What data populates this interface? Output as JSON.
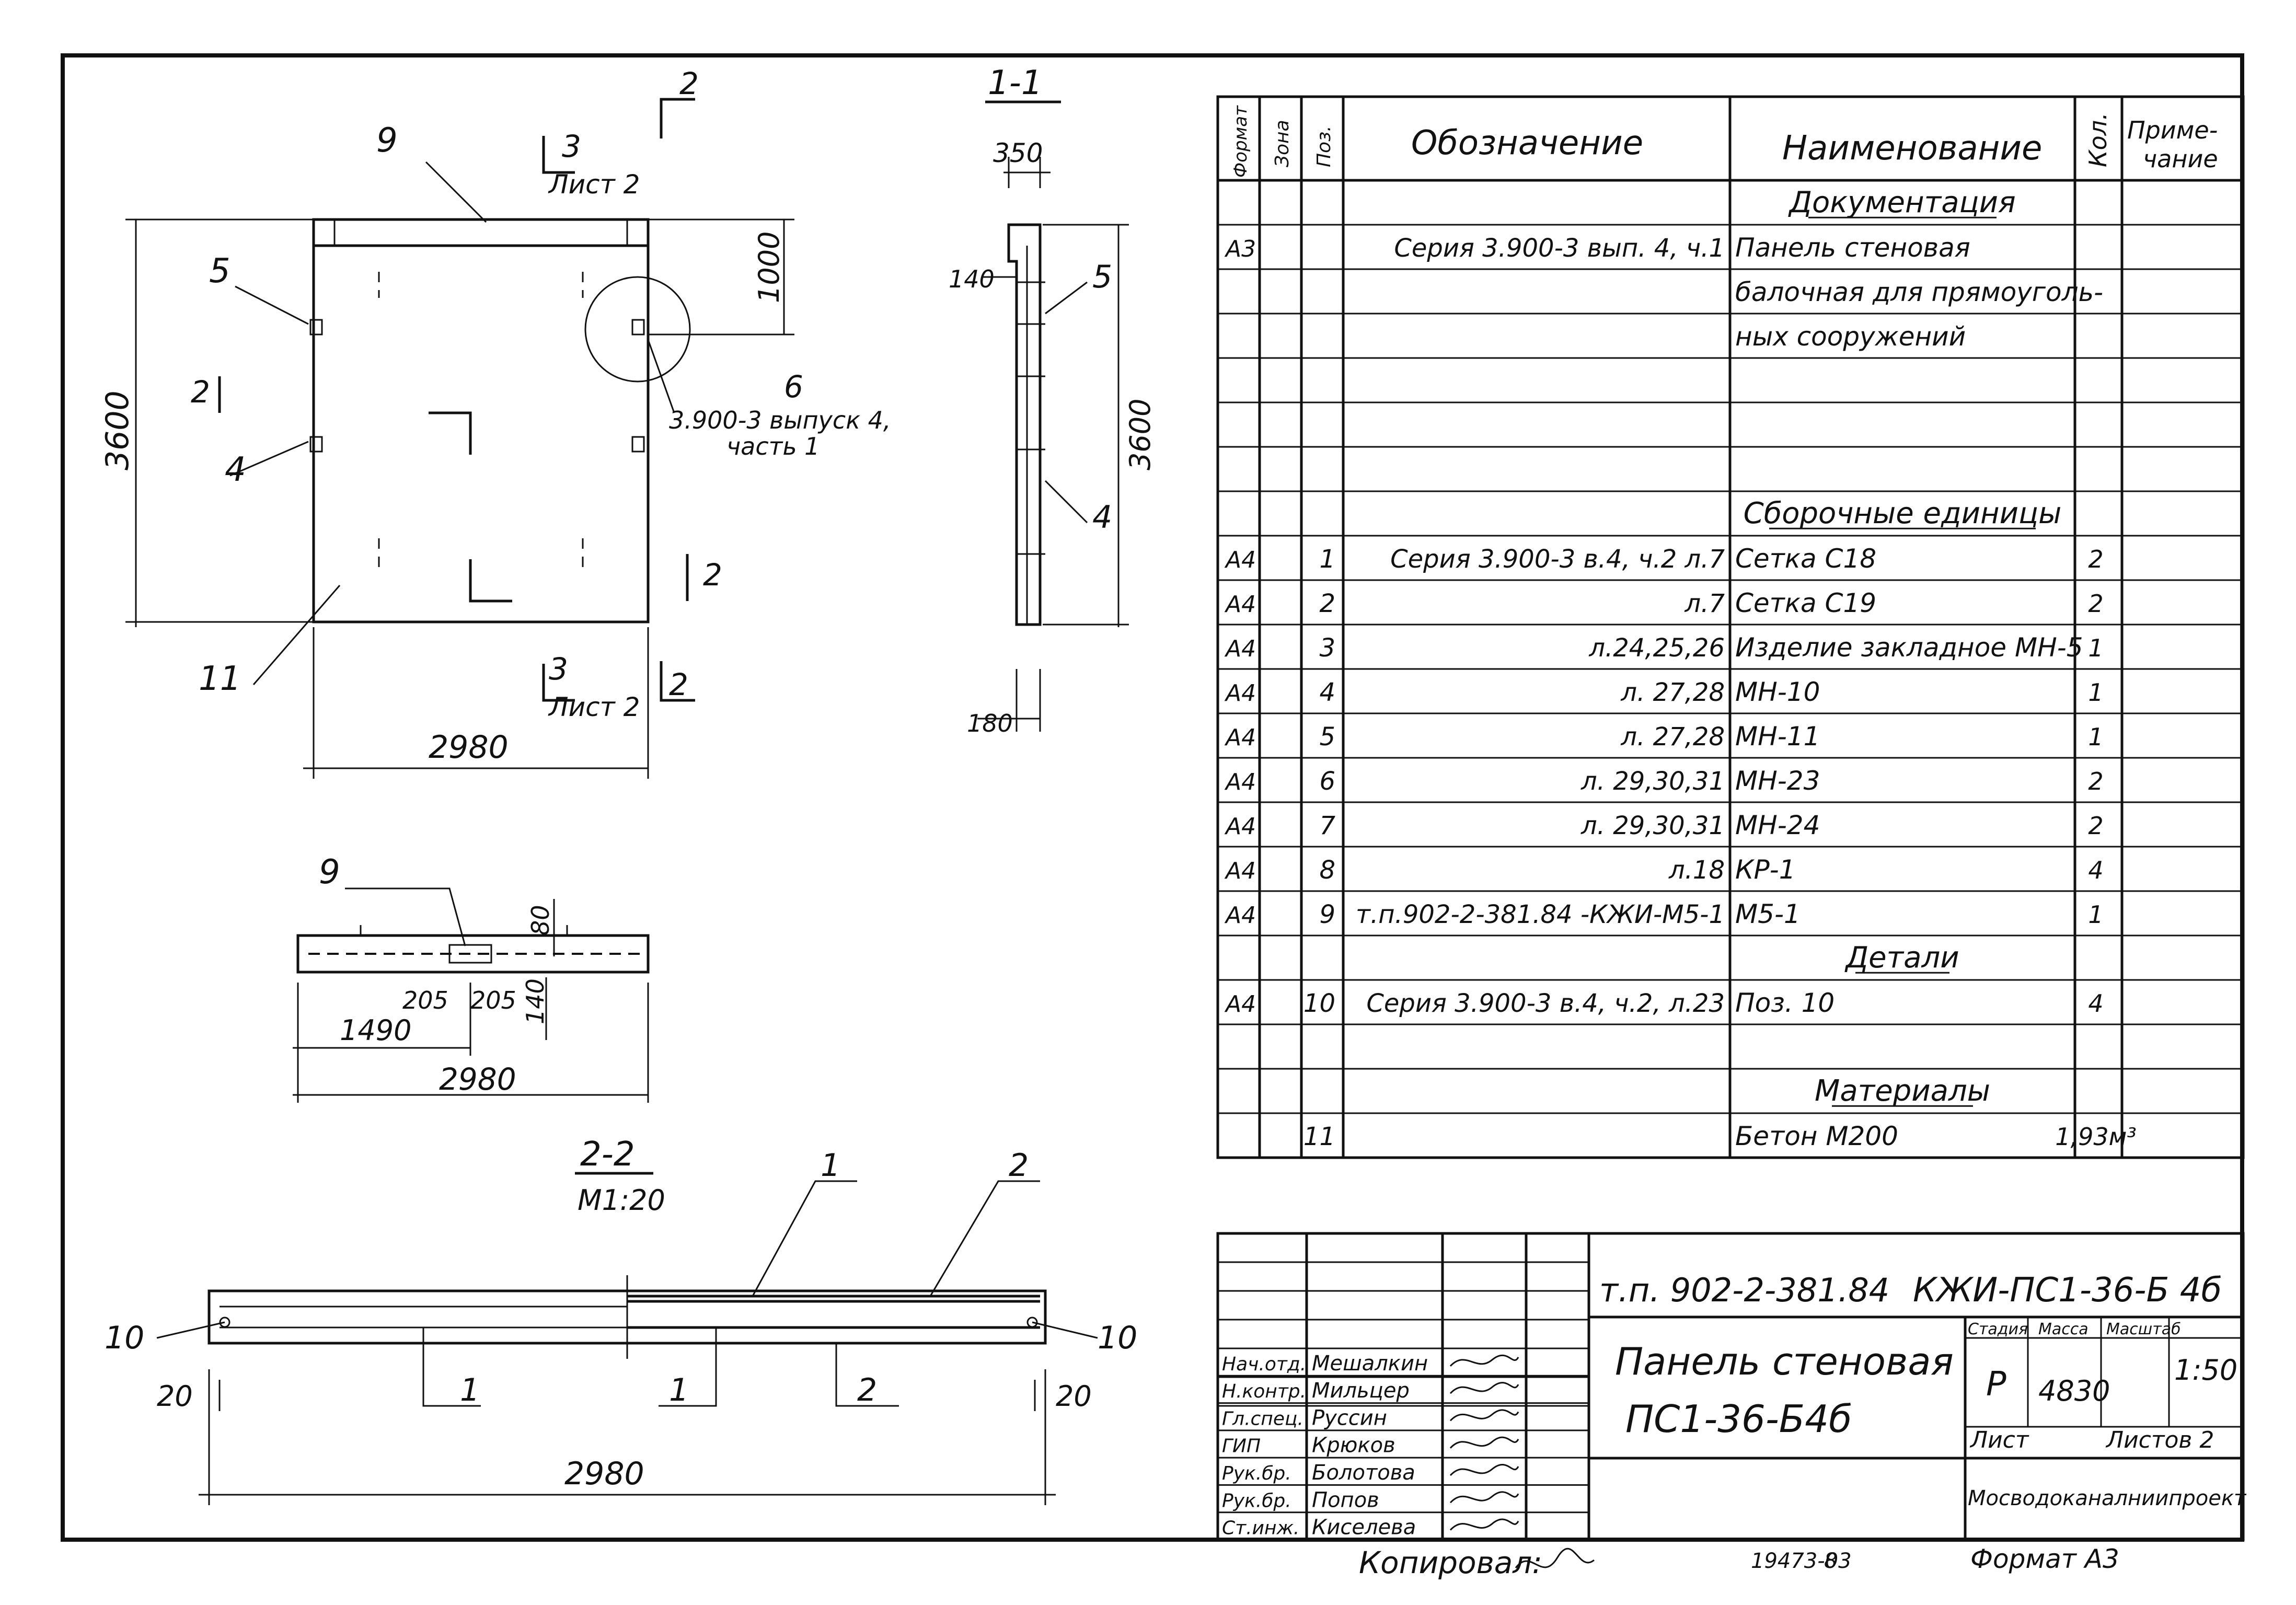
{
  "views": {
    "panel": {
      "dim_width": "2980",
      "dim_height": "3600",
      "dim_top": "1000",
      "callouts": [
        "9",
        "5",
        "4",
        "11"
      ],
      "cut_2": "2",
      "cut_3": "3",
      "list_ref": "Лист 2",
      "detail_num": "6",
      "detail_ref_1": "3.900-3 выпуск 4,",
      "detail_ref_2": "часть 1"
    },
    "section_1_1": {
      "title": "1-1",
      "dim_350": "350",
      "dim_140": "140",
      "dim_3600": "3600",
      "dim_180": "180",
      "callout_5": "5",
      "callout_4": "4"
    },
    "top_view": {
      "callout": "9",
      "dim_80": "80",
      "dim_205a": "205",
      "dim_205b": "205",
      "dim_140": "140",
      "dim_1490": "1490",
      "dim_2980": "2980"
    },
    "section_2_2": {
      "title": "2-2",
      "scale": "М1:20",
      "callout_1": "1",
      "callout_2": "2",
      "callout_10": "10",
      "label_1": "1",
      "label_2": "2",
      "dim_20": "20",
      "dim_2980": "2980"
    }
  },
  "spec": {
    "headers": {
      "format": "Формат",
      "zone": "Зона",
      "pos": "Поз.",
      "designation": "Обозначение",
      "name": "Наименование",
      "qty": "Кол.",
      "note_1": "Приме-",
      "note_2": "чание"
    },
    "rows": [
      {
        "format": "",
        "pos": "",
        "designation": "",
        "name": "Документация",
        "qty": "",
        "section": true
      },
      {
        "format": "А3",
        "pos": "",
        "designation": "Серия 3.900-3 вып. 4, ч.1",
        "name": "Панель стеновая",
        "qty": ""
      },
      {
        "format": "",
        "pos": "",
        "designation": "",
        "name": "балочная для прямоуголь-",
        "qty": ""
      },
      {
        "format": "",
        "pos": "",
        "designation": "",
        "name": "ных сооружений",
        "qty": ""
      },
      {
        "format": "",
        "pos": "",
        "designation": "",
        "name": "",
        "qty": ""
      },
      {
        "format": "",
        "pos": "",
        "designation": "",
        "name": "",
        "qty": ""
      },
      {
        "format": "",
        "pos": "",
        "designation": "",
        "name": "",
        "qty": ""
      },
      {
        "format": "",
        "pos": "",
        "designation": "",
        "name": "Сборочные единицы",
        "qty": "",
        "section": true
      },
      {
        "format": "А4",
        "pos": "1",
        "designation": "Серия 3.900-3 в.4, ч.2  л.7",
        "name": "Сетка  С18",
        "qty": "2"
      },
      {
        "format": "А4",
        "pos": "2",
        "designation": "л.7",
        "name": "Сетка  С19",
        "qty": "2"
      },
      {
        "format": "А4",
        "pos": "3",
        "designation": "л.24,25,26",
        "name": "Изделие закладное МН-5",
        "qty": "1"
      },
      {
        "format": "А4",
        "pos": "4",
        "designation": "л. 27,28",
        "name": "МН-10",
        "qty": "1"
      },
      {
        "format": "А4",
        "pos": "5",
        "designation": "л. 27,28",
        "name": "МН-11",
        "qty": "1"
      },
      {
        "format": "А4",
        "pos": "6",
        "designation": "л. 29,30,31",
        "name": "МН-23",
        "qty": "2"
      },
      {
        "format": "А4",
        "pos": "7",
        "designation": "л. 29,30,31",
        "name": "МН-24",
        "qty": "2"
      },
      {
        "format": "А4",
        "pos": "8",
        "designation": "л.18",
        "name": "КР-1",
        "qty": "4"
      },
      {
        "format": "А4",
        "pos": "9",
        "designation": "т.п.902-2-381.84 -КЖИ-М5-1",
        "name": "М5-1",
        "qty": "1"
      },
      {
        "format": "",
        "pos": "",
        "designation": "",
        "name": "Детали",
        "qty": "",
        "section": true
      },
      {
        "format": "А4",
        "pos": "10",
        "designation": "Серия 3.900-3 в.4, ч.2, л.23",
        "name": "Поз. 10",
        "qty": "4"
      },
      {
        "format": "",
        "pos": "",
        "designation": "",
        "name": "",
        "qty": ""
      },
      {
        "format": "",
        "pos": "",
        "designation": "",
        "name": "Материалы",
        "qty": "",
        "section": true
      },
      {
        "format": "",
        "pos": "11",
        "designation": "",
        "name": "Бетон  М200",
        "qty": "1,93м³"
      }
    ]
  },
  "title_block": {
    "doc_code": "т.п. 902-2-381.84",
    "drawing_code": "КЖИ-ПС1-36-Б 4б",
    "title_1": "Панель стеновая",
    "title_2": "ПС1-36-Б4б",
    "roles": [
      {
        "role": "Нач.отд.",
        "name": "Мешалкин"
      },
      {
        "role": "Н.контр.",
        "name": "Мильцер"
      },
      {
        "role": "Гл.спец.",
        "name": "Руссин"
      },
      {
        "role": "ГИП",
        "name": "Крюков"
      },
      {
        "role": "Рук.бр.",
        "name": "Болотова"
      },
      {
        "role": "Рук.бр.",
        "name": "Попов"
      },
      {
        "role": "Ст.инж.",
        "name": "Киселева"
      }
    ],
    "stage_label": "Стадия",
    "mass_label": "Масса",
    "scale_label": "Масштаб",
    "stage": "Р",
    "mass": "4830",
    "scale": "1:50",
    "sheet_label": "Лист",
    "sheets_label": "Листов 2",
    "org": "Мосводоканалниипроект"
  },
  "footer": {
    "copied": "Копировал:",
    "number": "19473-03",
    "page": "8",
    "format": "Формат А3"
  }
}
